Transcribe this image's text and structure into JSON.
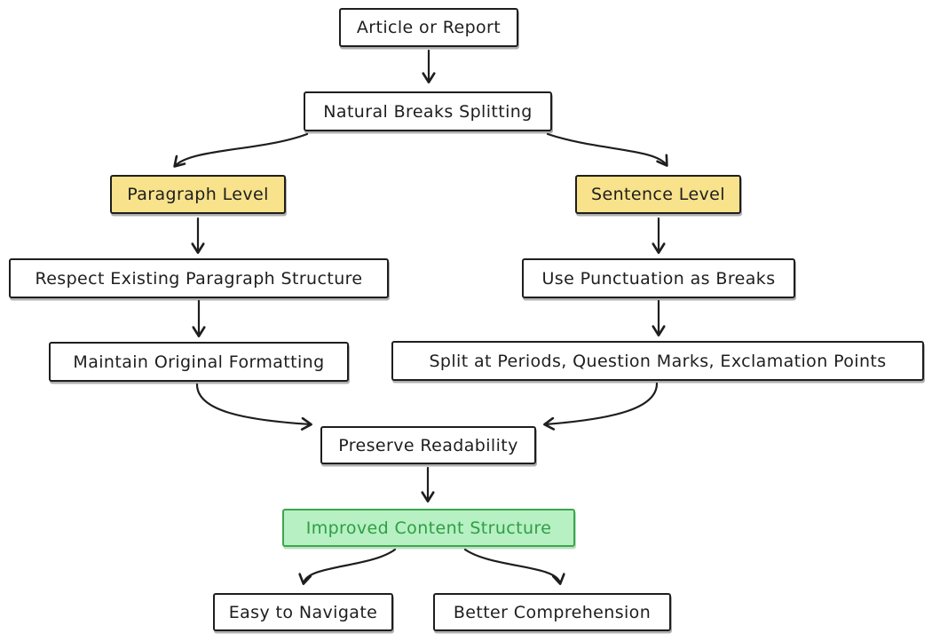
{
  "diagram": {
    "type": "flowchart",
    "direction": "top-down",
    "background": "#ffffff",
    "colors": {
      "node_fill": "#ffffff",
      "node_border": "#1e1e1e",
      "node_text": "#1e1e1e",
      "highlight_fill": "#f8e28b",
      "highlight_border": "#1e1e1e",
      "result_fill": "#b6f0c3",
      "result_border": "#3fa550",
      "result_text": "#2f9e44",
      "arrow": "#1e1e1e"
    },
    "nodes": [
      {
        "id": "article-or-report",
        "label": "Article or Report",
        "kind": "process"
      },
      {
        "id": "natural-breaks-splitting",
        "label": "Natural Breaks Splitting",
        "kind": "process"
      },
      {
        "id": "paragraph-level",
        "label": "Paragraph Level",
        "kind": "highlight"
      },
      {
        "id": "sentence-level",
        "label": "Sentence Level",
        "kind": "highlight"
      },
      {
        "id": "respect-existing-paragraph-structure",
        "label": "Respect Existing Paragraph Structure",
        "kind": "process"
      },
      {
        "id": "use-punctuation-as-breaks",
        "label": "Use Punctuation as Breaks",
        "kind": "process"
      },
      {
        "id": "maintain-original-formatting",
        "label": "Maintain Original Formatting",
        "kind": "process"
      },
      {
        "id": "split-at-periods-question-marks-exclamation-points",
        "label": "Split at Periods, Question Marks, Exclamation Points",
        "kind": "process"
      },
      {
        "id": "preserve-readability",
        "label": "Preserve Readability",
        "kind": "process"
      },
      {
        "id": "improved-content-structure",
        "label": "Improved Content Structure",
        "kind": "result"
      },
      {
        "id": "easy-to-navigate",
        "label": "Easy to Navigate",
        "kind": "process"
      },
      {
        "id": "better-comprehension",
        "label": "Better Comprehension",
        "kind": "process"
      }
    ],
    "edges": [
      {
        "from": "article-or-report",
        "to": "natural-breaks-splitting"
      },
      {
        "from": "natural-breaks-splitting",
        "to": "paragraph-level"
      },
      {
        "from": "natural-breaks-splitting",
        "to": "sentence-level"
      },
      {
        "from": "paragraph-level",
        "to": "respect-existing-paragraph-structure"
      },
      {
        "from": "sentence-level",
        "to": "use-punctuation-as-breaks"
      },
      {
        "from": "respect-existing-paragraph-structure",
        "to": "maintain-original-formatting"
      },
      {
        "from": "use-punctuation-as-breaks",
        "to": "split-at-periods-question-marks-exclamation-points"
      },
      {
        "from": "maintain-original-formatting",
        "to": "preserve-readability"
      },
      {
        "from": "split-at-periods-question-marks-exclamation-points",
        "to": "preserve-readability"
      },
      {
        "from": "preserve-readability",
        "to": "improved-content-structure"
      },
      {
        "from": "improved-content-structure",
        "to": "easy-to-navigate"
      },
      {
        "from": "improved-content-structure",
        "to": "better-comprehension"
      }
    ]
  }
}
